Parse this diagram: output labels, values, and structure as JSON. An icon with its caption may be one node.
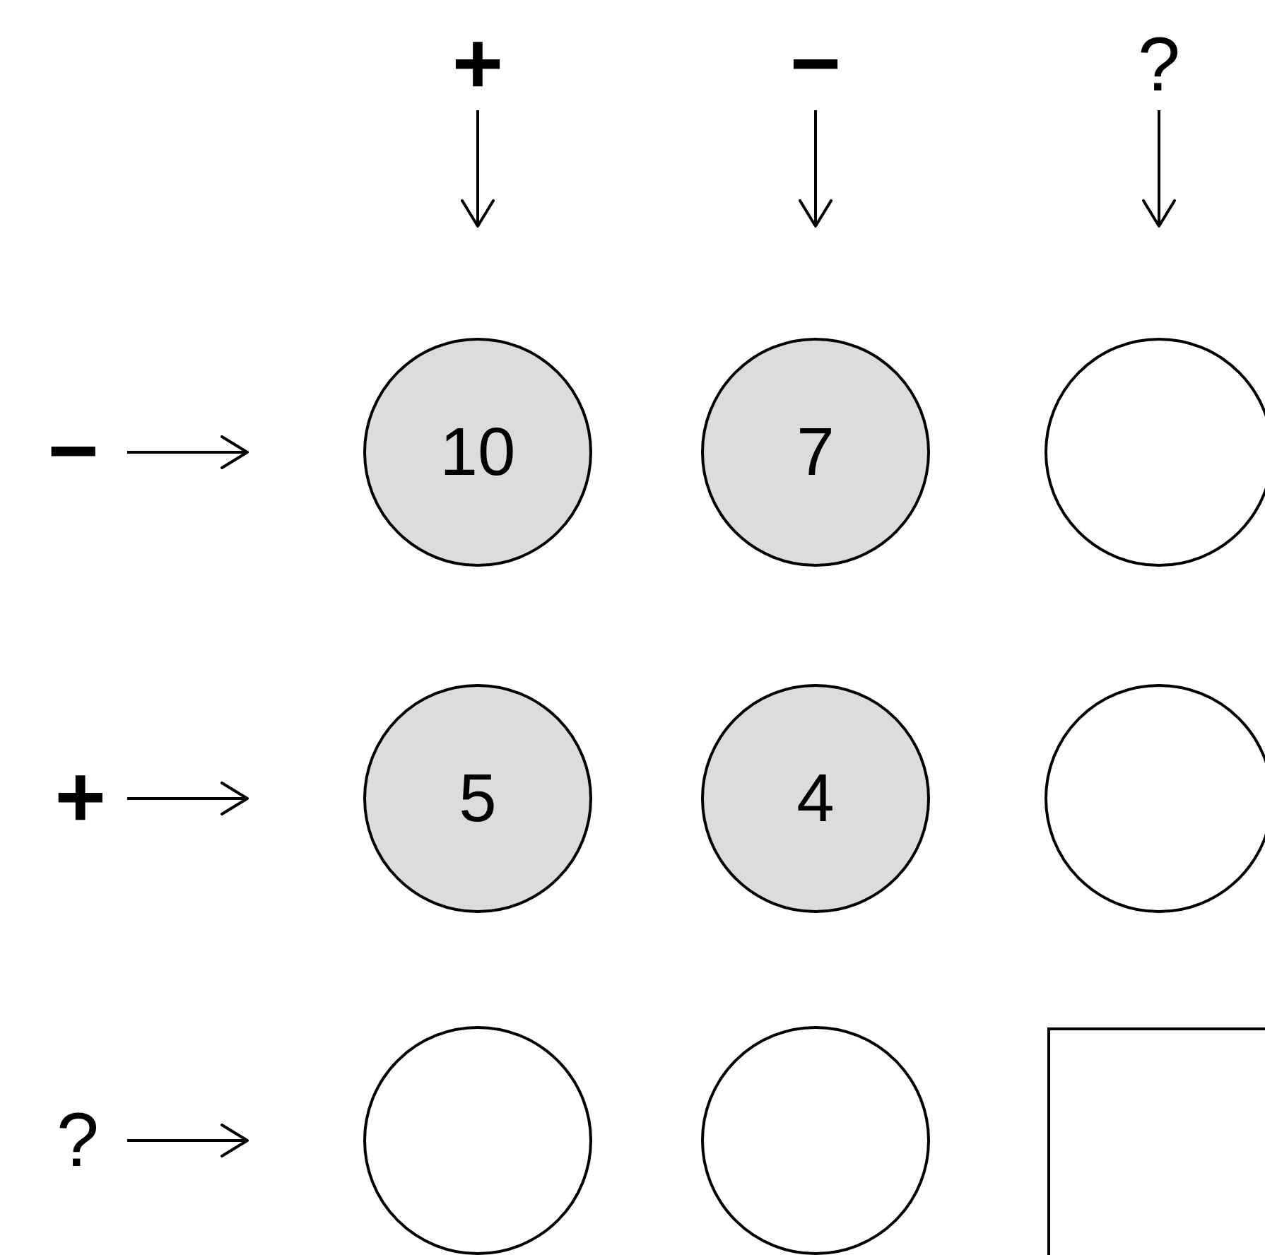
{
  "diagram": {
    "nodes": [
      {
        "text": [
          "+"
        ]
      },
      {
        "text": [
          "−"
        ]
      },
      {
        "text": [
          "?"
        ]
      },
      {
        "text": [
          "−"
        ]
      },
      {
        "text": [
          "+"
        ]
      },
      {
        "text": [
          "?"
        ]
      },
      {
        "text": [
          "10"
        ]
      },
      {
        "text": [
          "7"
        ]
      },
      {
        "text": [],
        "shape": "circle"
      },
      {
        "text": [
          "5"
        ]
      },
      {
        "text": [
          "4"
        ]
      },
      {
        "text": [],
        "shape": "circle"
      },
      {
        "text": [],
        "shape": "circle"
      },
      {
        "text": [],
        "shape": "circle"
      },
      {
        "text": [],
        "shape": "box"
      }
    ],
    "edges": [
      {
        "from": 0,
        "to": null,
        "arrow": "to"
      },
      {
        "from": 1,
        "to": null,
        "arrow": "to"
      },
      {
        "from": 2,
        "to": null,
        "arrow": "to"
      },
      {
        "from": 3,
        "to": null,
        "arrow": "to"
      },
      {
        "from": 4,
        "to": null,
        "arrow": "to"
      },
      {
        "from": 5,
        "to": null,
        "arrow": "to"
      }
    ]
  }
}
